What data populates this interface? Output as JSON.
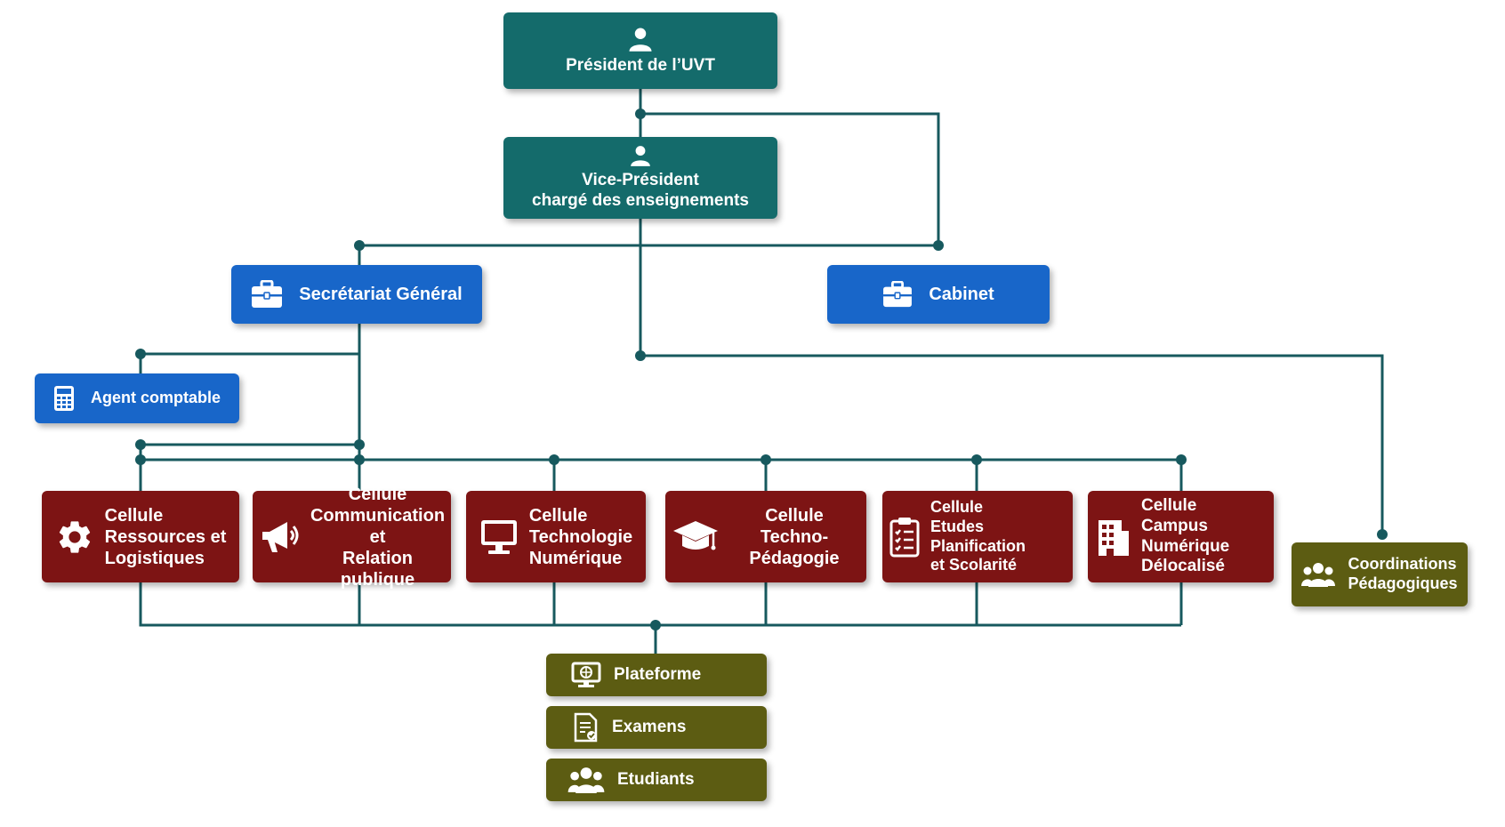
{
  "president": {
    "label": "Président de l’UVT",
    "icon": "person-icon"
  },
  "vice_president": {
    "label": "Vice-Président\nchargé des enseignements",
    "icon": "person-icon"
  },
  "secretariat": {
    "label": "Secrétariat Général",
    "icon": "briefcase-icon"
  },
  "cabinet": {
    "label": "Cabinet",
    "icon": "briefcase-icon"
  },
  "agent_comptable": {
    "label": "Agent comptable",
    "icon": "calculator-icon"
  },
  "cellules": [
    {
      "label": "Cellule\nRessources et\nLogistiques",
      "icon": "gear-icon"
    },
    {
      "label": "Cellule\nCommunication et\nRelation publique",
      "icon": "megaphone-icon"
    },
    {
      "label": "Cellule\nTechnologie\nNumérique",
      "icon": "monitor-icon"
    },
    {
      "label": "Cellule\nTechno-Pédagogie",
      "icon": "graduation-cap-icon"
    },
    {
      "label": "Cellule\nEtudes Planification\net Scolarité",
      "icon": "clipboard-icon"
    },
    {
      "label": "Cellule Campus\nNumérique\nDélocalisé",
      "icon": "building-icon"
    }
  ],
  "coordinations": {
    "label": "Coordinations\nPédagogiques",
    "icon": "group-icon"
  },
  "bottom_items": [
    {
      "label": "Plateforme",
      "icon": "web-monitor-icon"
    },
    {
      "label": "Examens",
      "icon": "exam-sheet-icon"
    },
    {
      "label": "Etudiants",
      "icon": "students-icon"
    }
  ],
  "colors": {
    "connector": "#17595e",
    "president": "#146b6b",
    "service_blue": "#1866c9",
    "cellule_red": "#7d1414",
    "olive": "#5c5c12"
  }
}
